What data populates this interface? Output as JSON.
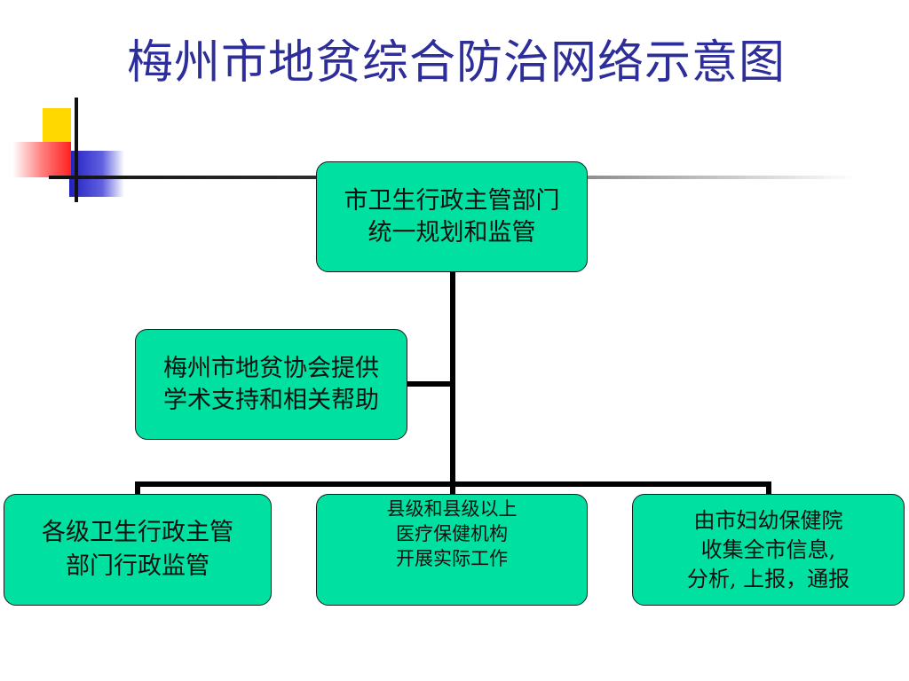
{
  "slide": {
    "title": "梅州市地贫综合防治网络示意图"
  },
  "nodes": {
    "top": "市卫生行政主管部门\n统一规划和监管",
    "association": "梅州市地贫协会提供\n学术支持和相关帮助",
    "bottom_left": "各级卫生行政主管\n部门行政监管",
    "bottom_middle": "县级和县级以上\n医疗保健机构\n开展实际工作",
    "bottom_right": "由市妇幼保健院\n收集全市信息,\n分析, 上报，通报"
  },
  "colors": {
    "node_fill": "#00e0a0",
    "title_color": "#2e2e9a",
    "connector": "#000000"
  }
}
